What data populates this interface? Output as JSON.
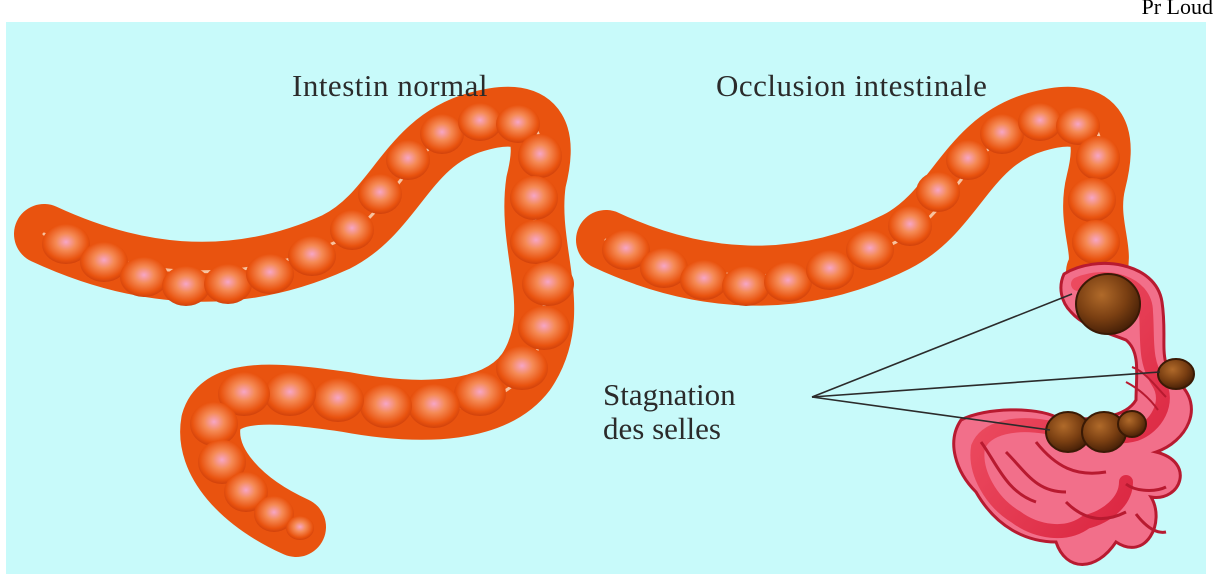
{
  "corner_text": "Pr Loud",
  "titles": {
    "normal": "Intestin normal",
    "occlusion": "Occlusion intestinale"
  },
  "annotation": {
    "line1": "Stagnation",
    "line2": "des selles"
  },
  "colors": {
    "background": "#c8fafa",
    "intestine": "#e9530f",
    "haustra_highlight": "#f7a7c8",
    "obstruction_section": "#e8324a",
    "stool": "#7a3f12"
  }
}
